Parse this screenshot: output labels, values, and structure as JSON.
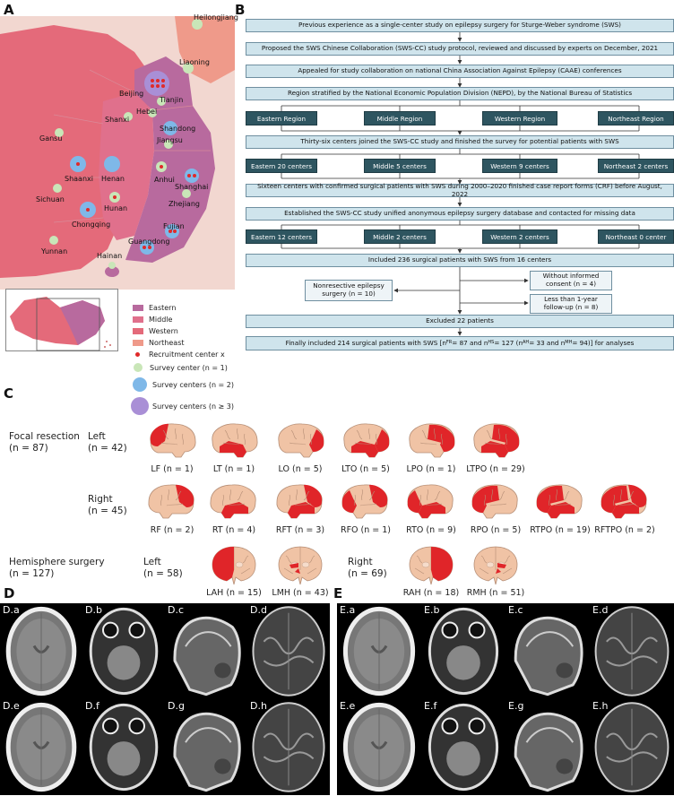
{
  "panel_letters": {
    "a": "A",
    "b": "B",
    "c": "C",
    "d": "D",
    "e": "E"
  },
  "map": {
    "cities": [
      "Heilongjiang",
      "Liaoning",
      "Beijing",
      "Tianjin",
      "Hebei",
      "Shanxi",
      "Shandong",
      "Jiangsu",
      "Gansu",
      "Shaanxi",
      "Henan",
      "Anhui",
      "Shanghai",
      "Sichuan",
      "Chongqing",
      "Hunan",
      "Zhejiang",
      "Fujian",
      "Yunnan",
      "Guangdong",
      "Hainan"
    ],
    "legend": {
      "eastern": "Eastern",
      "middle": "Middle",
      "western": "Western",
      "northeast": "Northeast",
      "recruitment": "Recruitment center x",
      "survey1": "Survey center (n = 1)",
      "survey2": "Survey centers (n = 2)",
      "survey3": "Survey centers (n ≥ 3)"
    },
    "colors": {
      "eastern": "#b86a9e",
      "middle": "#e0708c",
      "western": "#e46a7a",
      "northeast": "#ef9a8a",
      "survey": "#c9e6b8",
      "survey2": "#7fb8e8",
      "survey3": "#a98fd6",
      "recruit": "#e02a2a"
    }
  },
  "flow": {
    "step1": "Previous experience as a single-center study on epilepsy surgery for Sturge-Weber syndrome (SWS)",
    "step2": "Proposed the SWS Chinese Collaboration (SWS-CC) study protocol, reviewed and discussed by experts on December, 2021",
    "step3": "Appealed for study collaboration on national China Association Against Epilepsy (CAAE) conferences",
    "step4": "Region stratified by the National Economic Population Division (NEPD), by the National Bureau of Statistics",
    "regions": [
      "Eastern Region",
      "Middle Region",
      "Western Region",
      "Northeast Region"
    ],
    "step5": "Thirty-six centers joined the SWS-CC study and finished the survey for potential patients with SWS",
    "centers_survey": [
      "Eastern 20 centers",
      "Middle 5 centers",
      "Western 9 centers",
      "Northeast 2 centers"
    ],
    "step6": "Sixteen centers with confirmed surgical patients with SWS during 2000–2020 finished case report forms (CRF) before August, 2022",
    "step7": "Established the SWS-CC study unified anonymous epilepsy surgery database and contacted for missing data",
    "centers_final": [
      "Eastern 12 centers",
      "Middle 2 centers",
      "Western 2 centers",
      "Northeast 0 center"
    ],
    "step8": "Included 236 surgical patients with SWS from 16 centers",
    "side_left_1": "Nonresective epilepsy",
    "side_left_2": "surgery (n = 10)",
    "side_r1_1": "Without informed",
    "side_r1_2": "consent (n = 4)",
    "side_r2_1": "Less than 1-year",
    "side_r2_2": "follow-up (n = 8)",
    "step9": "Excluded 22 patients",
    "final_pre": "Finally included 214 surgical patients with SWS [n",
    "final_sub1": "FR",
    "final_mid1": " = 87 and n",
    "final_sub2": "HS",
    "final_mid2": " = 127 (n",
    "final_sub3": "AH",
    "final_mid3": " = 33 and n",
    "final_sub4": "MH",
    "final_post": " = 94)] for analyses"
  },
  "brains": {
    "focal_title": "Focal resection",
    "focal_n": "(n = 87)",
    "left": "Left",
    "left_n": "(n = 42)",
    "right": "Right",
    "right_n": "(n = 45)",
    "hemi_title": "Hemisphere surgery",
    "hemi_n": "(n = 127)",
    "hemi_left": "Left",
    "hemi_left_n": "(n = 58)",
    "hemi_right": "Right",
    "hemi_right_n": "(n = 69)",
    "left_items": [
      "LF (n = 1)",
      "LT (n = 1)",
      "LO (n = 5)",
      "LTO (n = 5)",
      "LPO (n = 1)",
      "LTPO (n = 29)"
    ],
    "right_items": [
      "RF (n = 2)",
      "RT (n = 4)",
      "RFT (n = 3)",
      "RFO (n = 1)",
      "RTO (n = 9)",
      "RPO (n = 5)",
      "RTPO (n = 19)",
      "RFTPO (n = 2)"
    ],
    "hemi_items": [
      "LAH (n = 15)",
      "LMH (n = 43)",
      "RAH (n = 18)",
      "RMH (n = 51)"
    ],
    "colors": {
      "brain": "#f0c3a5",
      "outline": "#b58e76",
      "resect": "#e02529"
    }
  },
  "mri": {
    "d_labels": [
      "D.a",
      "D.b",
      "D.c",
      "D.d",
      "D.e",
      "D.f",
      "D.g",
      "D.h"
    ],
    "e_labels": [
      "E.a",
      "E.b",
      "E.c",
      "E.d",
      "E.e",
      "E.f",
      "E.g",
      "E.h"
    ]
  }
}
